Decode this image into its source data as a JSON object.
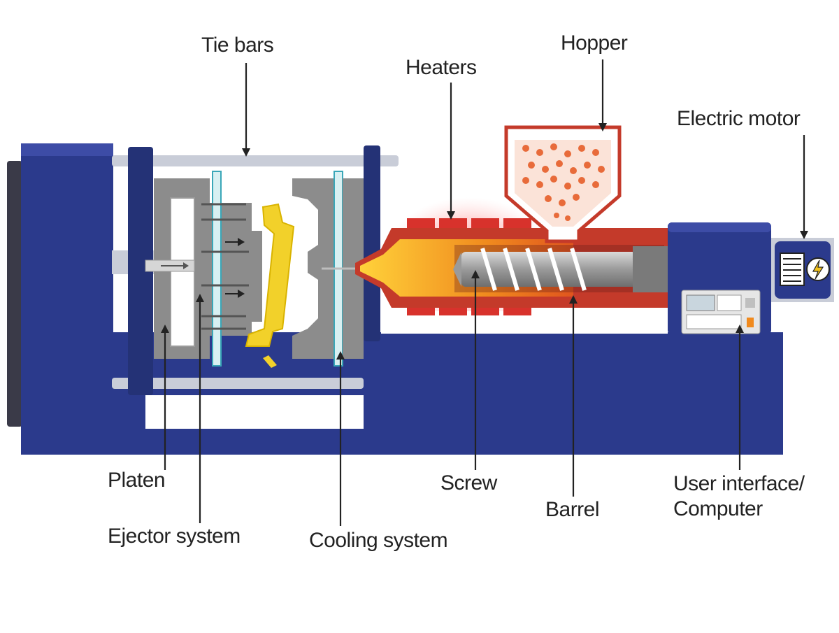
{
  "labels": {
    "tie_bars": "Tie bars",
    "heaters": "Heaters",
    "hopper": "Hopper",
    "electric_motor": "Electric motor",
    "platen": "Platen",
    "ejector_system": "Ejector system",
    "cooling_system": "Cooling system",
    "screw": "Screw",
    "barrel": "Barrel",
    "user_interface_line1": "User interface/",
    "user_interface_line2": "Computer"
  },
  "colors": {
    "machine_body": "#2b3a8c",
    "machine_dark": "#1f2c72",
    "tie_bar": "#c9cdd8",
    "mold_gray": "#8c8c8c",
    "barrel_red": "#c43a2a",
    "heater_red": "#d8322c",
    "melt_orange": "#f08a1e",
    "melt_yellow": "#ffd23a",
    "pellet": "#e86b3a",
    "part_yellow": "#f2d12a",
    "cooling_teal": "#3aa7b8"
  }
}
